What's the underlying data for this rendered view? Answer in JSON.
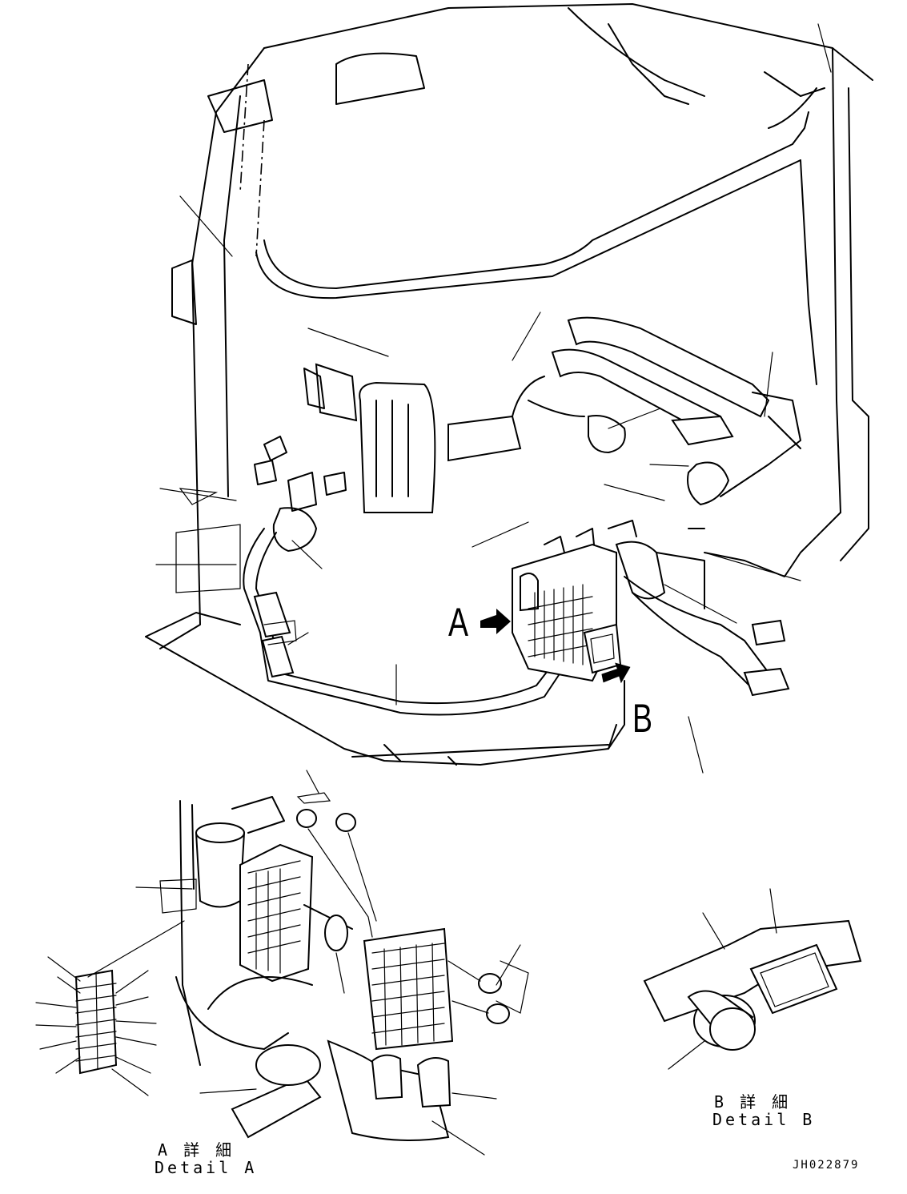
{
  "callouts": {
    "view_a": "A",
    "view_b": "B"
  },
  "detail_a": {
    "title_ja": "A 詳 細",
    "title_en": "Detail A"
  },
  "detail_b": {
    "title_ja": "B 詳 細",
    "title_en": "Detail B"
  },
  "drawing_number": "JH022879"
}
